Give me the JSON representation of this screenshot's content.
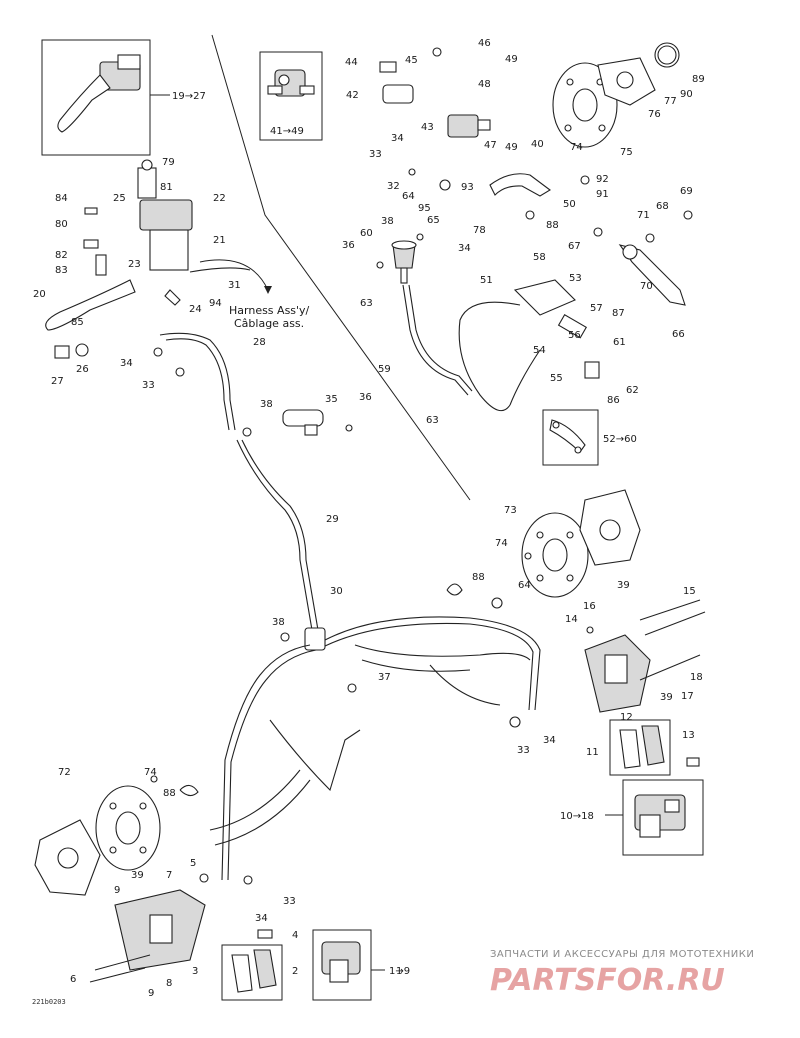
{
  "diagram_code": "221b0203",
  "harness_label": [
    "Harness Ass'y/",
    "Câblage ass."
  ],
  "watermark": {
    "tagline": "ЗАПЧАСТИ И АКСЕССУАРЫ ДЛЯ МОТОТЕХНИКИ",
    "brand": "PARTSFOR.RU"
  },
  "callouts": [
    {
      "id": "c1",
      "text": "1"
    },
    {
      "id": "c2",
      "text": "2"
    },
    {
      "id": "c3",
      "text": "3"
    },
    {
      "id": "c4",
      "text": "4"
    },
    {
      "id": "c5",
      "text": "5"
    },
    {
      "id": "c6",
      "text": "6"
    },
    {
      "id": "c7",
      "text": "7"
    },
    {
      "id": "c8",
      "text": "8"
    },
    {
      "id": "c9a",
      "text": "9"
    },
    {
      "id": "c9b",
      "text": "9"
    },
    {
      "id": "c11",
      "text": "11"
    },
    {
      "id": "c12",
      "text": "12"
    },
    {
      "id": "c13",
      "text": "13"
    },
    {
      "id": "c14",
      "text": "14"
    },
    {
      "id": "c15",
      "text": "15"
    },
    {
      "id": "c16",
      "text": "16"
    },
    {
      "id": "c17",
      "text": "17"
    },
    {
      "id": "c18",
      "text": "18"
    },
    {
      "id": "c20",
      "text": "20"
    },
    {
      "id": "c21",
      "text": "21"
    },
    {
      "id": "c22",
      "text": "22"
    },
    {
      "id": "c23",
      "text": "23"
    },
    {
      "id": "c24",
      "text": "24"
    },
    {
      "id": "c25",
      "text": "25"
    },
    {
      "id": "c26",
      "text": "26"
    },
    {
      "id": "c27",
      "text": "27"
    },
    {
      "id": "c28",
      "text": "28"
    },
    {
      "id": "c29",
      "text": "29"
    },
    {
      "id": "c30",
      "text": "30"
    },
    {
      "id": "c31",
      "text": "31"
    },
    {
      "id": "c32",
      "text": "32"
    },
    {
      "id": "c33a",
      "text": "33"
    },
    {
      "id": "c33b",
      "text": "33"
    },
    {
      "id": "c33c",
      "text": "33"
    },
    {
      "id": "c33d",
      "text": "33"
    },
    {
      "id": "c34a",
      "text": "34"
    },
    {
      "id": "c34b",
      "text": "34"
    },
    {
      "id": "c34c",
      "text": "34"
    },
    {
      "id": "c34d",
      "text": "34"
    },
    {
      "id": "c34e",
      "text": "34"
    },
    {
      "id": "c35",
      "text": "35"
    },
    {
      "id": "c36a",
      "text": "36"
    },
    {
      "id": "c36b",
      "text": "36"
    },
    {
      "id": "c37",
      "text": "37"
    },
    {
      "id": "c38a",
      "text": "38"
    },
    {
      "id": "c38b",
      "text": "38"
    },
    {
      "id": "c38c",
      "text": "38"
    },
    {
      "id": "c39a",
      "text": "39"
    },
    {
      "id": "c39b",
      "text": "39"
    },
    {
      "id": "c39c",
      "text": "39"
    },
    {
      "id": "c40",
      "text": "40"
    },
    {
      "id": "c42",
      "text": "42"
    },
    {
      "id": "c43",
      "text": "43"
    },
    {
      "id": "c44",
      "text": "44"
    },
    {
      "id": "c45",
      "text": "45"
    },
    {
      "id": "c46",
      "text": "46"
    },
    {
      "id": "c47",
      "text": "47"
    },
    {
      "id": "c48",
      "text": "48"
    },
    {
      "id": "c49a",
      "text": "49"
    },
    {
      "id": "c49b",
      "text": "49"
    },
    {
      "id": "c50",
      "text": "50"
    },
    {
      "id": "c51",
      "text": "51"
    },
    {
      "id": "c53",
      "text": "53"
    },
    {
      "id": "c54",
      "text": "54"
    },
    {
      "id": "c55",
      "text": "55"
    },
    {
      "id": "c56",
      "text": "56"
    },
    {
      "id": "c57",
      "text": "57"
    },
    {
      "id": "c58",
      "text": "58"
    },
    {
      "id": "c59",
      "text": "59"
    },
    {
      "id": "c60",
      "text": "60"
    },
    {
      "id": "c61",
      "text": "61"
    },
    {
      "id": "c62",
      "text": "62"
    },
    {
      "id": "c63a",
      "text": "63"
    },
    {
      "id": "c63b",
      "text": "63"
    },
    {
      "id": "c64a",
      "text": "64"
    },
    {
      "id": "c64b",
      "text": "64"
    },
    {
      "id": "c65",
      "text": "65"
    },
    {
      "id": "c66",
      "text": "66"
    },
    {
      "id": "c67",
      "text": "67"
    },
    {
      "id": "c68",
      "text": "68"
    },
    {
      "id": "c69",
      "text": "69"
    },
    {
      "id": "c70",
      "text": "70"
    },
    {
      "id": "c71",
      "text": "71"
    },
    {
      "id": "c72",
      "text": "72"
    },
    {
      "id": "c73",
      "text": "73"
    },
    {
      "id": "c74a",
      "text": "74"
    },
    {
      "id": "c74b",
      "text": "74"
    },
    {
      "id": "c74c",
      "text": "74"
    },
    {
      "id": "c75",
      "text": "75"
    },
    {
      "id": "c76",
      "text": "76"
    },
    {
      "id": "c77",
      "text": "77"
    },
    {
      "id": "c78",
      "text": "78"
    },
    {
      "id": "c79",
      "text": "79"
    },
    {
      "id": "c80",
      "text": "80"
    },
    {
      "id": "c81",
      "text": "81"
    },
    {
      "id": "c82",
      "text": "82"
    },
    {
      "id": "c83",
      "text": "83"
    },
    {
      "id": "c84",
      "text": "84"
    },
    {
      "id": "c85",
      "text": "85"
    },
    {
      "id": "c86",
      "text": "86"
    },
    {
      "id": "c87",
      "text": "87"
    },
    {
      "id": "c88a",
      "text": "88"
    },
    {
      "id": "c88b",
      "text": "88"
    },
    {
      "id": "c88c",
      "text": "88"
    },
    {
      "id": "c89",
      "text": "89"
    },
    {
      "id": "c90",
      "text": "90"
    },
    {
      "id": "c91",
      "text": "91"
    },
    {
      "id": "c92",
      "text": "92"
    },
    {
      "id": "c93",
      "text": "93"
    },
    {
      "id": "c94",
      "text": "94"
    },
    {
      "id": "c95",
      "text": "95"
    }
  ],
  "group_refs": [
    {
      "id": "g19",
      "text": "19→27"
    },
    {
      "id": "g41",
      "text": "41→49"
    },
    {
      "id": "g52",
      "text": "52→60"
    },
    {
      "id": "g10",
      "text": "10→18"
    },
    {
      "id": "g1",
      "text": "1→9"
    }
  ]
}
